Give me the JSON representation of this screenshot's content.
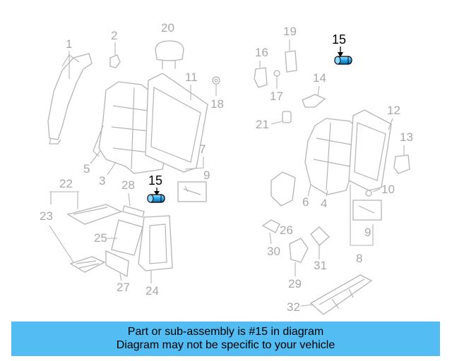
{
  "diagram": {
    "callouts": [
      "1",
      "2",
      "3",
      "4",
      "5",
      "6",
      "7",
      "8",
      "9",
      "9",
      "10",
      "11",
      "12",
      "13",
      "14",
      "15",
      "15",
      "16",
      "17",
      "18",
      "19",
      "20",
      "21",
      "22",
      "23",
      "24",
      "25",
      "26",
      "27",
      "28",
      "29",
      "30",
      "31",
      "32"
    ],
    "highlight_number": "15",
    "highlight_color": "#1a9ad6",
    "accent_color": "#52bcf3"
  },
  "banner": {
    "line1": "Part or sub-assembly is #15 in diagram",
    "line2": "Diagram may not be specific to your vehicle"
  }
}
